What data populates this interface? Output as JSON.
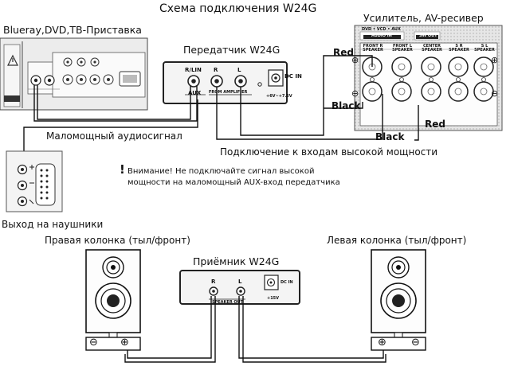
{
  "title": "Схема подключения W24G",
  "source": {
    "label": "Blueray,DVD,ТВ-Приставка"
  },
  "transmitter": {
    "label": "Передатчик W24G",
    "port_rlin": "R/LIN",
    "port_r": "R",
    "port_l": "L",
    "port_dcin": "DC IN",
    "aux": "AUX",
    "from_amplifier": "FROM AMPLIFIER",
    "voltage": "+6V~+7.5V"
  },
  "amplifier": {
    "label": "Усилитель, AV-ресивер",
    "panel_top": "DVD  •  VCD  •  AUX",
    "audio_in": "AUDIO IN",
    "sw_out": "SW OUT",
    "speaker_groups": [
      "FRONT R SPEAKER",
      "FRONT L SPEAKER",
      "CENTER SPEAKER",
      "S R SPEAKER",
      "S L SPEAKER"
    ]
  },
  "wires": {
    "red_top": "Red",
    "black_top": "Black",
    "black_bottom": "Black",
    "red_bottom": "Red"
  },
  "labels": {
    "low_power": "Маломощный аудиосигнал",
    "high_power": "Подключение к входам высокой мощности",
    "headphones": "Выход на наушники"
  },
  "warning": {
    "mark": "!",
    "line1": "Внимание! Не подключайте сигнал высокой",
    "line2": "мощности на маломощный AUX-вход передатчика"
  },
  "receiver": {
    "label": "Приёмник W24G",
    "port_r": "R",
    "port_l": "L",
    "port_dcin": "DC IN",
    "speaker_out": "SPEAKER OUT",
    "voltage": "+15V"
  },
  "speakers": {
    "right_label": "Правая колонка (тыл/фронт)",
    "left_label": "Левая колонка (тыл/фронт)",
    "minus": "⊖",
    "plus": "⊕"
  }
}
